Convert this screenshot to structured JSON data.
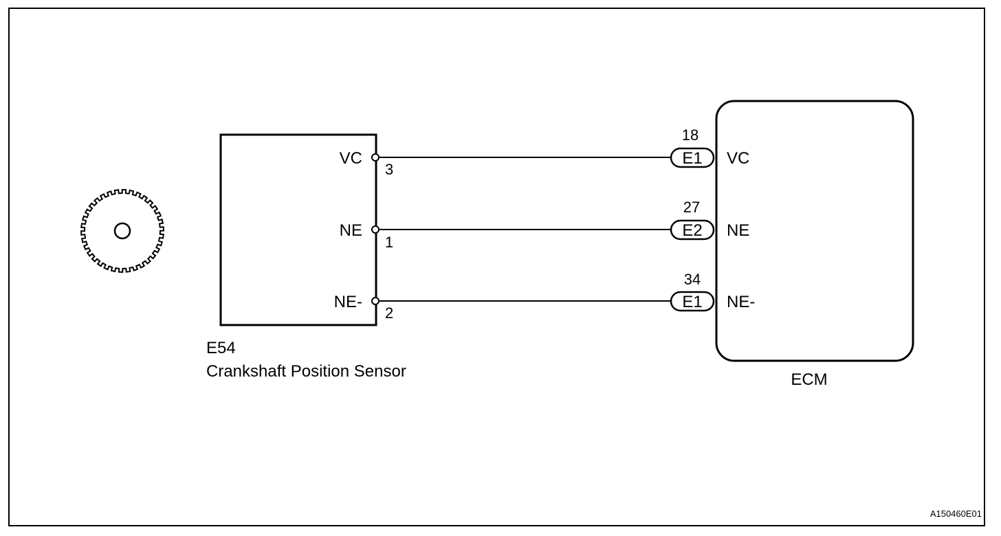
{
  "sensor": {
    "code": "E54",
    "name": "Crankshaft Position Sensor",
    "pins": [
      {
        "label": "VC",
        "pin": "3"
      },
      {
        "label": "NE",
        "pin": "1"
      },
      {
        "label": "NE-",
        "pin": "2"
      }
    ]
  },
  "ecm": {
    "name": "ECM",
    "terminals": [
      {
        "pin": "18",
        "connector": "E1",
        "label": "VC"
      },
      {
        "pin": "27",
        "connector": "E2",
        "label": "NE"
      },
      {
        "pin": "34",
        "connector": "E1",
        "label": "NE-"
      }
    ]
  },
  "figure_id": "A150460E01"
}
